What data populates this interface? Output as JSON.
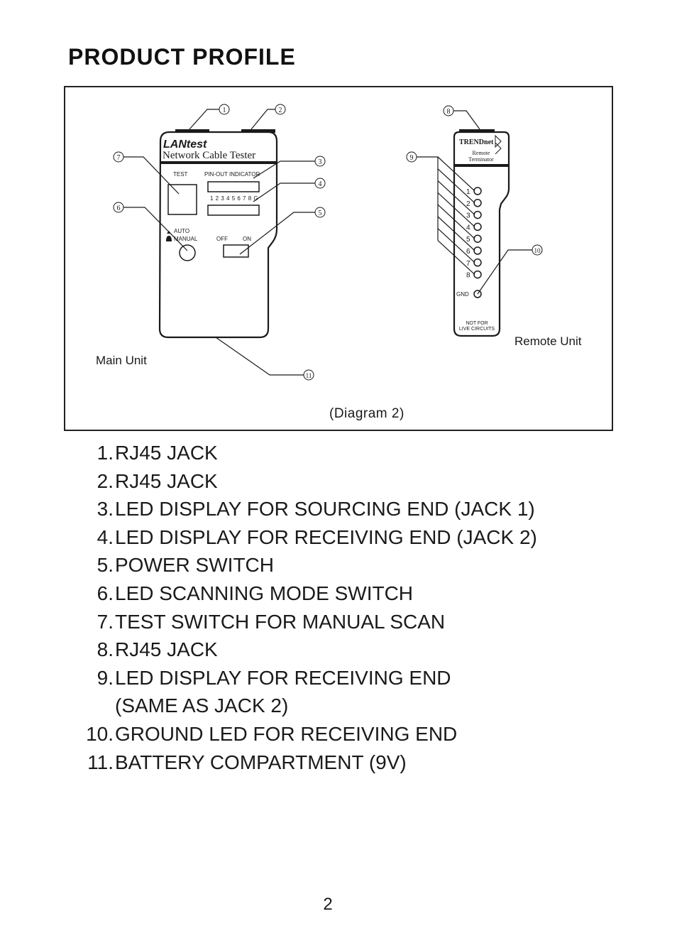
{
  "page": {
    "title": "PRODUCT PROFILE",
    "page_number": "2"
  },
  "diagram": {
    "caption": "(Diagram 2)",
    "main_unit": {
      "label": "Main Unit",
      "brand": "LANtest",
      "subtitle": "Network Cable Tester",
      "test_label": "TEST",
      "pinout_label": "PIN-OUT INDICATOR",
      "pin_numbers": "1 2 3 4 5 6 7 8 G",
      "auto_label": "AUTO",
      "manual_label": "MANUAL",
      "off_label": "OFF",
      "on_label": "ON"
    },
    "remote_unit": {
      "label": "Remote Unit",
      "brand": "TRENDnet",
      "line1": "Remote",
      "line2": "Terminator",
      "pins": [
        "1",
        "2",
        "3",
        "4",
        "5",
        "6",
        "7",
        "8"
      ],
      "gnd_label": "GND",
      "warning_line1": "NOT FOR",
      "warning_line2": "LIVE CIRCUITS"
    },
    "callouts": [
      "1",
      "2",
      "3",
      "4",
      "5",
      "6",
      "7",
      "8",
      "9",
      "10",
      "11"
    ]
  },
  "legend": [
    {
      "num": "1.",
      "text": "RJ45 JACK"
    },
    {
      "num": "2.",
      "text": "RJ45 JACK"
    },
    {
      "num": "3.",
      "text": "LED DISPLAY FOR SOURCING END (JACK 1)"
    },
    {
      "num": "4.",
      "text": "LED DISPLAY FOR RECEIVING END (JACK 2)"
    },
    {
      "num": "5.",
      "text": "POWER SWITCH"
    },
    {
      "num": "6.",
      "text": "LED SCANNING MODE SWITCH"
    },
    {
      "num": "7.",
      "text": "TEST SWITCH FOR MANUAL SCAN"
    },
    {
      "num": "8.",
      "text": "RJ45 JACK"
    },
    {
      "num": "9.",
      "text": "LED DISPLAY FOR RECEIVING END"
    },
    {
      "num": "",
      "text": "(SAME AS JACK 2)"
    },
    {
      "num": "10.",
      "text": "GROUND LED FOR RECEIVING END"
    },
    {
      "num": "11.",
      "text": "BATTERY COMPARTMENT (9V)"
    }
  ]
}
